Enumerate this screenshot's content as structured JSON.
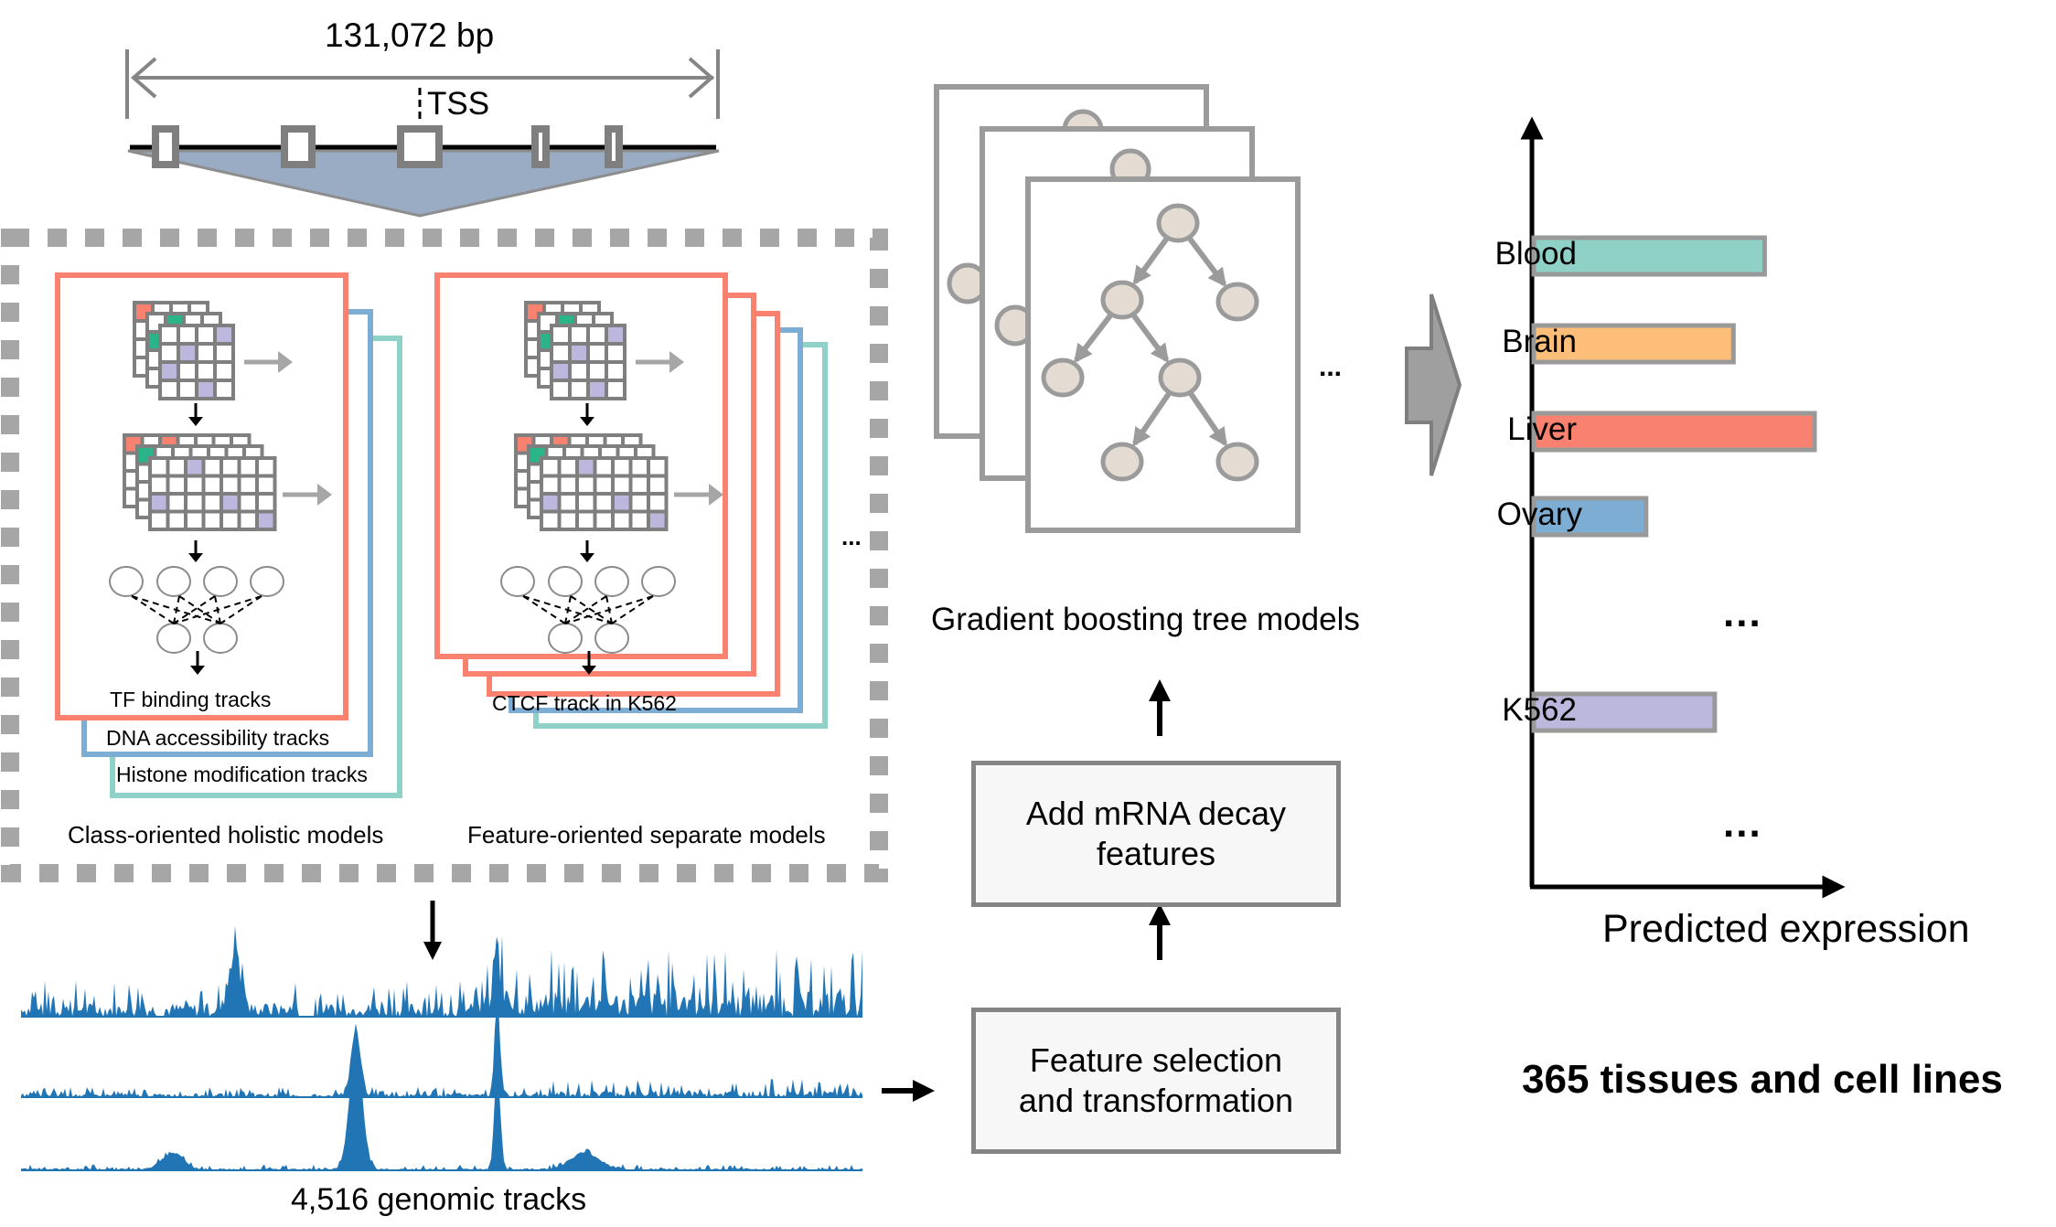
{
  "colors": {
    "red": "#f98170",
    "blue": "#7eadd3",
    "teal": "#8fd0c7",
    "green": "#2bb38a",
    "purple": "#bcb7dc",
    "grid_gray": "#7f7f7f",
    "dash_gray": "#a6a6a6",
    "track_blue": "#2275b4",
    "triangle_blue": "#9aabc4",
    "node_fill": "#e4dbd3",
    "node_stroke": "#9b9b9b",
    "box_fill": "#f7f7f7",
    "box_stroke": "#858585"
  },
  "header": {
    "span_label": "131,072 bp",
    "tss_label": "TSS"
  },
  "holistic": {
    "card_labels": [
      "TF binding tracks",
      "DNA accessibility tracks",
      "Histone modification tracks"
    ],
    "caption": "Class-oriented holistic models"
  },
  "separate": {
    "card_label": "CTCF track in K562",
    "caption": "Feature-oriented separate models",
    "ellipsis": "..."
  },
  "tracks": {
    "caption": "4,516 genomic tracks",
    "count": 3
  },
  "pipeline": {
    "trees_caption": "Gradient boosting tree models",
    "trees_ellipsis": "...",
    "step_feature": "Feature selection and transformation",
    "step_feature_lines": [
      "Feature selection",
      "and transformation"
    ],
    "step_decay_lines": [
      "Add mRNA decay",
      "features"
    ]
  },
  "output": {
    "summary": "365 tissues and cell lines"
  },
  "chart_data": {
    "type": "bar",
    "orientation": "horizontal",
    "title": "",
    "xlabel": "Predicted expression",
    "ylabel": "",
    "categories": [
      "Blood",
      "Brain",
      "Liver",
      "Ovary",
      "...",
      "K562",
      "..."
    ],
    "values": [
      0.74,
      0.64,
      0.9,
      0.36,
      null,
      0.58,
      null
    ],
    "colors": [
      "#8fd0c7",
      "#fdbe7a",
      "#f98170",
      "#7eadd3",
      null,
      "#bcb7dc",
      null
    ],
    "xlim": [
      0,
      1
    ],
    "ticks": "none",
    "grid": false,
    "legend": "none",
    "note": "values are relative bar lengths; axis is unlabeled"
  }
}
